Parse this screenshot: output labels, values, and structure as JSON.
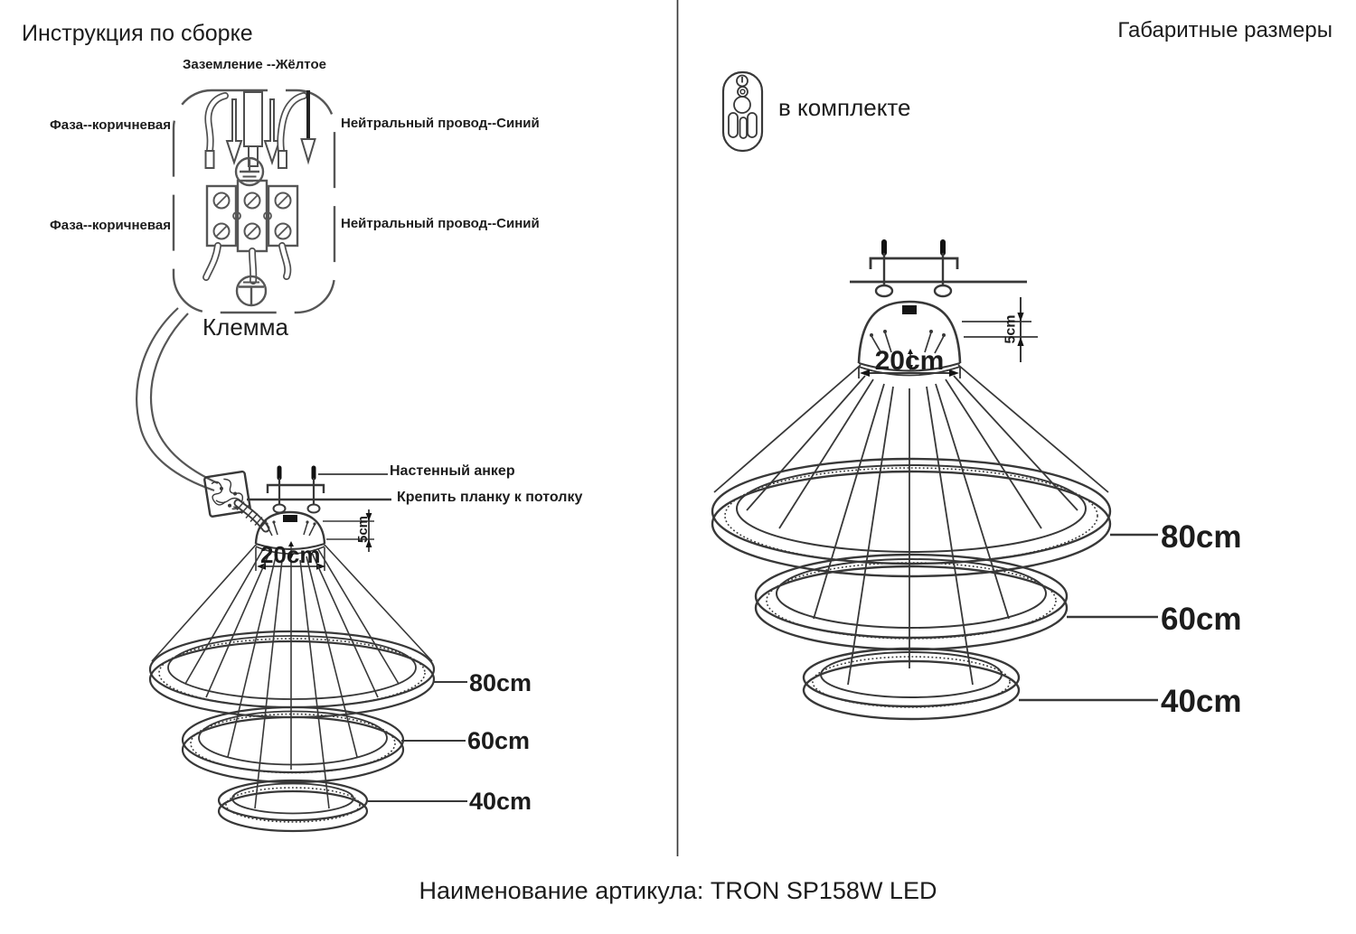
{
  "colors": {
    "background": "#ffffff",
    "ink": "#1c1c1c",
    "line": "#3f3f3f"
  },
  "left_panel": {
    "title": "Инструкция по сборке",
    "wiring": {
      "ground_label": "Заземление --Жёлтое",
      "phase_label_top": "Фаза--коричневая",
      "phase_label_bottom": "Фаза--коричневая",
      "neutral_label_top": "Нейтральный провод--Синий",
      "neutral_label_bottom": "Нейтральный провод--Синий",
      "terminal_label": "Клемма"
    },
    "mounting": {
      "anchor_label": "Настенный анкер",
      "bar_label": "Крепить планку к потолку"
    },
    "dimensions": {
      "canopy_width": "20cm",
      "canopy_height": "5cm",
      "ring_large": "80cm",
      "ring_medium": "60cm",
      "ring_small": "40cm"
    }
  },
  "right_panel": {
    "title": "Габаритные размеры",
    "remote_caption": "в комплекте",
    "dimensions": {
      "canopy_width": "20cm",
      "canopy_height": "5cm",
      "ring_large": "80cm",
      "ring_medium": "60cm",
      "ring_small": "40cm"
    }
  },
  "footer": {
    "article_label": "Наименование артикула: TRON SP158W LED"
  }
}
